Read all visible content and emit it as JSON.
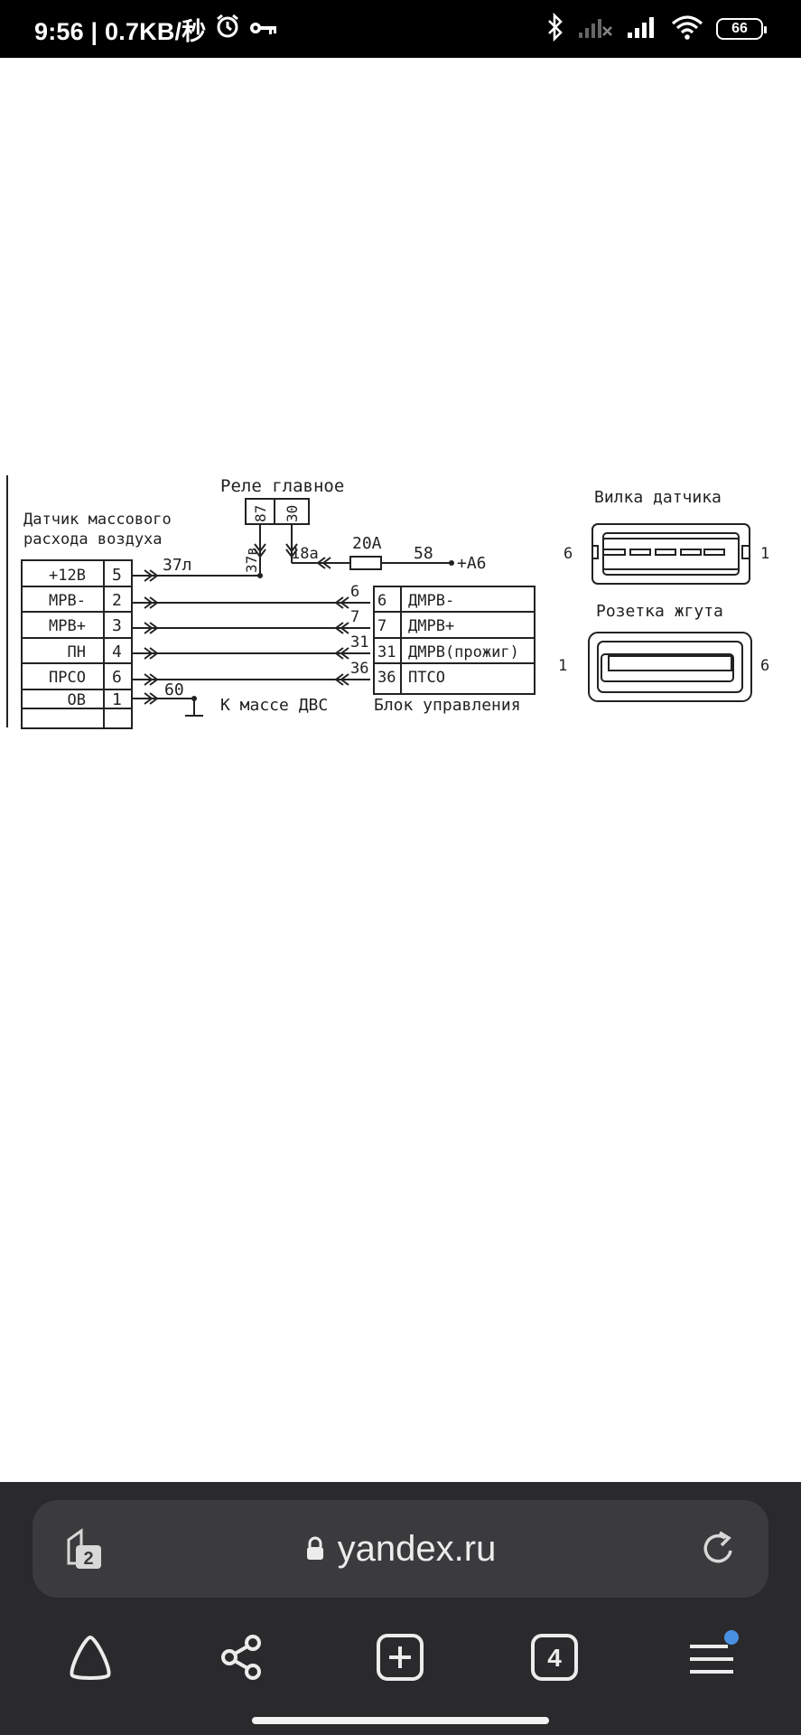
{
  "status_bar": {
    "time_speed": "9:56 | 0.7KB/秒",
    "battery": "66",
    "icons": [
      "alarm-icon",
      "key-icon",
      "bluetooth-icon",
      "no-signal-icon",
      "signal-icon",
      "wifi-icon",
      "battery-icon"
    ]
  },
  "diagram": {
    "relay_title": "Реле главное",
    "relay_pin_a": "87",
    "relay_pin_b": "30",
    "sensor_title_1": "Датчик массового",
    "sensor_title_2": "расхода воздуха",
    "sensor_rows": [
      {
        "label": "+12В",
        "pin": "5"
      },
      {
        "label": "МРВ-",
        "pin": "2"
      },
      {
        "label": "МРВ+",
        "pin": "3"
      },
      {
        "label": "ПН",
        "pin": "4"
      },
      {
        "label": "ПРСО",
        "pin": "6"
      },
      {
        "label": "ОВ",
        "pin": "1"
      }
    ],
    "wire_37l": "37л",
    "wire_37v": "37в",
    "wire_18a": "18а",
    "fuse": "20А",
    "wire_58": "58",
    "plus_a6": "+А6",
    "wire_60": "60",
    "ground_label": "К массе ДВС",
    "ecu_title": "Блок управления",
    "ecu_rows": [
      {
        "wire": "6",
        "pin": "6",
        "label": "ДМРВ-"
      },
      {
        "wire": "7",
        "pin": "7",
        "label": "ДМРВ+"
      },
      {
        "wire": "31",
        "pin": "31",
        "label": "ДМРВ(прожиг)"
      },
      {
        "wire": "36",
        "pin": "36",
        "label": "ПТСО"
      }
    ],
    "plug_title": "Вилка датчика",
    "plug_left": "6",
    "plug_right": "1",
    "socket_title": "Розетка жгута",
    "socket_left": "1",
    "socket_right": "6"
  },
  "browser": {
    "tab_badge": "2",
    "url": "yandex.ru",
    "tabs_count": "4"
  },
  "colors": {
    "status_bg": "#000000",
    "browser_bg": "#2a2a2c",
    "address_bg": "#3b3b3e",
    "notify_dot": "#4a90e2"
  }
}
